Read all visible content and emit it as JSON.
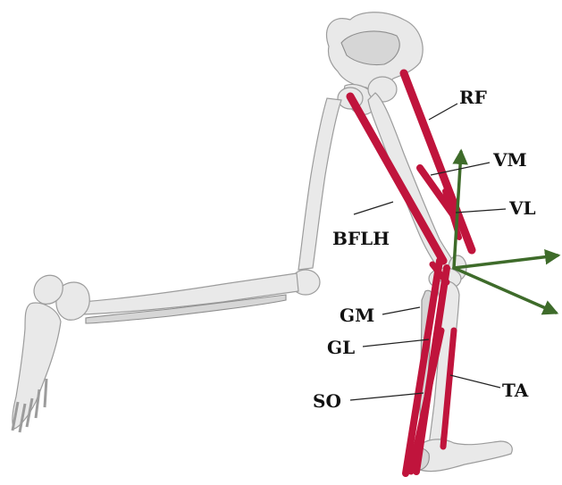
{
  "colors": {
    "muscle": "#c0143c",
    "axis": "#3e6b2a",
    "bone": "#e9e9e9",
    "label": "#111111"
  },
  "labels": {
    "rf": "RF",
    "vm": "VM",
    "vl": "VL",
    "bflh": "BFLH",
    "gm": "GM",
    "gl": "GL",
    "so": "SO",
    "ta": "TA"
  }
}
